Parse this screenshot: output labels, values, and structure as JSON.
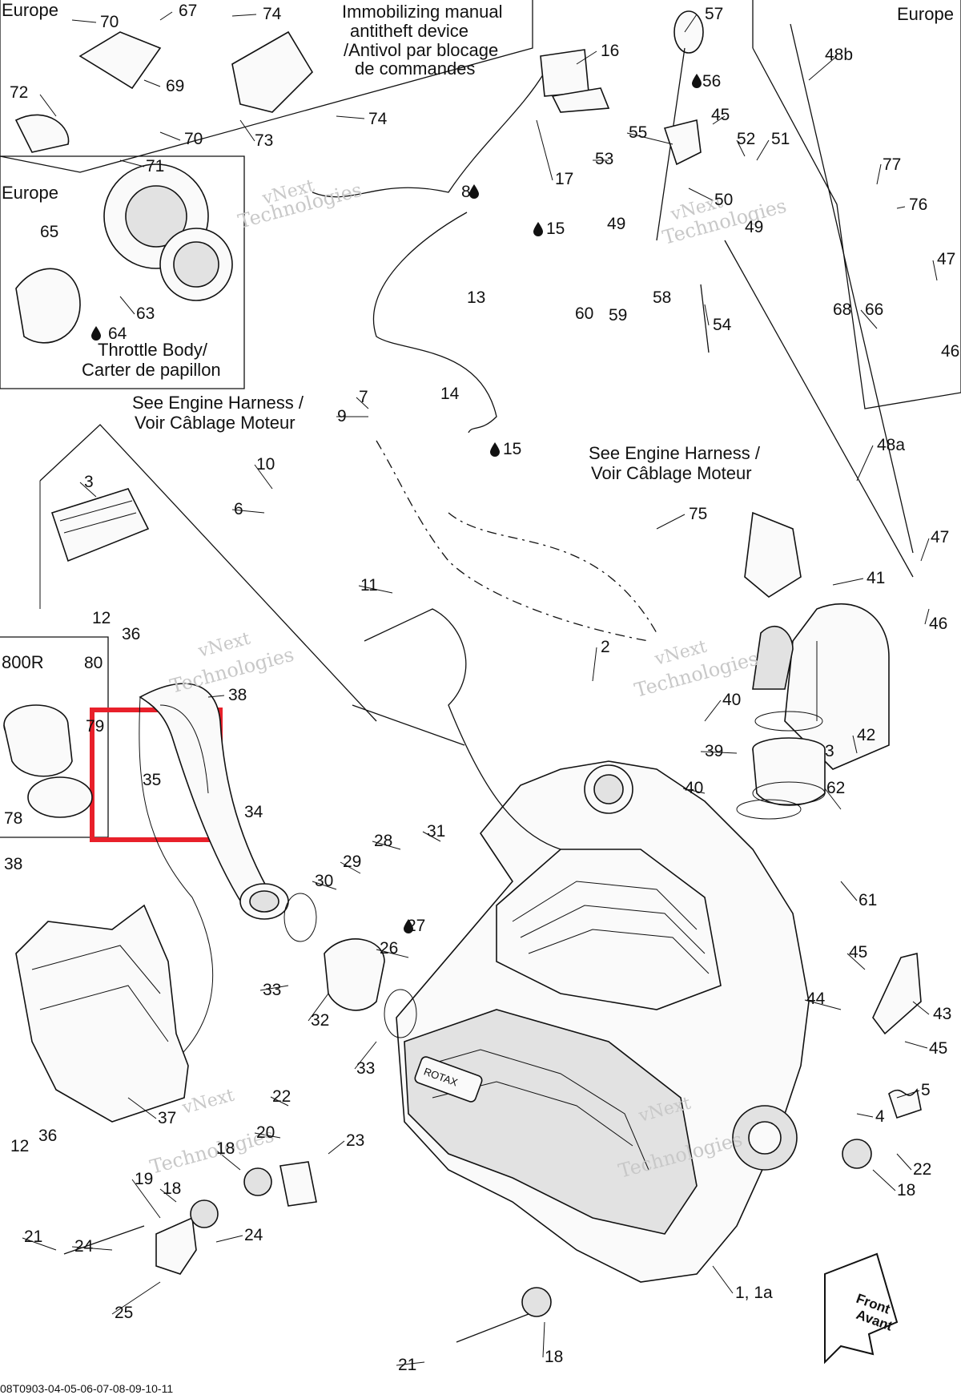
{
  "diagram": {
    "box_labels": {
      "europe_top_left": "Europe",
      "europe_throttle": "Europe",
      "europe_right": "Europe",
      "model_800r": "800R"
    },
    "notes": {
      "immobilizing": [
        "Immobilizing manual",
        "antitheft device",
        "/Antivol par blocage",
        "de commandes"
      ],
      "throttle_body": [
        "Throttle Body/",
        "Carter de papillon"
      ],
      "engine_harness_left": [
        "See Engine Harness /",
        "Voir Câblage Moteur"
      ],
      "engine_harness_right": [
        "See Engine Harness /",
        "Voir Câblage Moteur"
      ],
      "front": [
        "Front",
        "Avant"
      ]
    },
    "watermark": [
      "vNext",
      "Technologies"
    ],
    "footer_code": "08T0903-04-05-06-07-08-09-10-11",
    "drop_icon": "oil-drop-icon",
    "highlight_color": "#e8202a",
    "callouts": {
      "c70a": "70",
      "c67": "67",
      "c74a": "74",
      "c57": "57",
      "c48b": "48b",
      "c72": "72",
      "c69": "69",
      "c70b": "70",
      "c16": "16",
      "c56": "56",
      "c73": "73",
      "c74b": "74",
      "c45a": "45",
      "c71": "71",
      "c55": "55",
      "c52": "52",
      "c51": "51",
      "c77": "77",
      "c53": "53",
      "c17": "17",
      "c8": "8",
      "c50": "50",
      "c76": "76",
      "c49a": "49",
      "c49b": "49",
      "c65": "65",
      "c15a": "15",
      "c47a": "47",
      "c60": "60",
      "c59": "59",
      "c58": "58",
      "c13": "13",
      "c63": "63",
      "c54": "54",
      "c68": "68",
      "c66": "66",
      "c64": "64",
      "c46a": "46",
      "c7": "7",
      "c14": "14",
      "c9": "9",
      "c15b": "15",
      "c48a": "48a",
      "c3a": "3",
      "c10": "10",
      "c6": "6",
      "c75": "75",
      "c47b": "47",
      "c11": "11",
      "c41": "41",
      "c46b": "46",
      "c12a": "12",
      "c36a": "36",
      "c80": "80",
      "c2": "2",
      "c38a": "38",
      "c79": "79",
      "c40a": "40",
      "c42": "42",
      "c3b": "3",
      "c39": "39",
      "c35": "35",
      "c34": "34",
      "c40b": "40",
      "c62": "62",
      "c78": "78",
      "c31": "31",
      "c28": "28",
      "c38b": "38",
      "c29": "29",
      "c30": "30",
      "c61": "61",
      "c27": "27",
      "c26": "26",
      "c45b": "45",
      "c33a": "33",
      "c44": "44",
      "c43": "43",
      "c32": "32",
      "c45c": "45",
      "c33b": "33",
      "c5": "5",
      "c22a": "22",
      "c20": "20",
      "c23": "23",
      "c4": "4",
      "c37": "37",
      "c12b": "12",
      "c36b": "36",
      "c22b": "22",
      "c18a": "18",
      "c18b": "18",
      "c19": "19",
      "c18c": "18",
      "c21a": "21",
      "c24a": "24",
      "c24b": "24",
      "c1": "1, 1a",
      "c25": "25",
      "c21b": "21",
      "c18d": "18"
    }
  }
}
